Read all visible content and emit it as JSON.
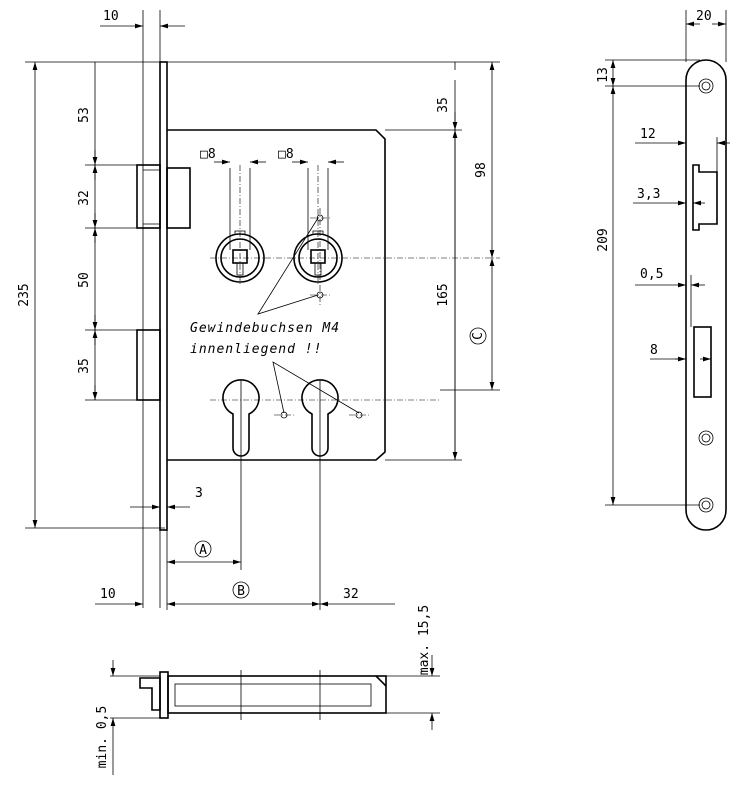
{
  "front_view": {
    "dims": {
      "faceplate_width": "10",
      "total_height": "235",
      "top_to_latch": "53",
      "latch_height": "32",
      "latch_to_bolt": "50",
      "bolt_height": "35",
      "body_top_offset": "35",
      "follower_height": "98",
      "body_height": "165",
      "distance_c": "C",
      "faceplate_thickness": "3",
      "backset_a": "A",
      "backset_b": "B",
      "bottom_faceplate": "10",
      "cylinder_spacing": "32",
      "follower_square_1": "□8",
      "follower_square_2": "□8"
    },
    "note_line1": "Gewindebuchsen M4",
    "note_line2": "innenliegend !!"
  },
  "strike_plate": {
    "dims": {
      "width": "20",
      "top_offset": "13",
      "height": "209",
      "bolt_depth": "12",
      "bolt_offset": "3,3",
      "gap": "0,5",
      "slot_width": "8"
    }
  },
  "bottom_view": {
    "dims": {
      "max_depth": "max. 15,5",
      "min_gap": "min. 0,5"
    }
  }
}
